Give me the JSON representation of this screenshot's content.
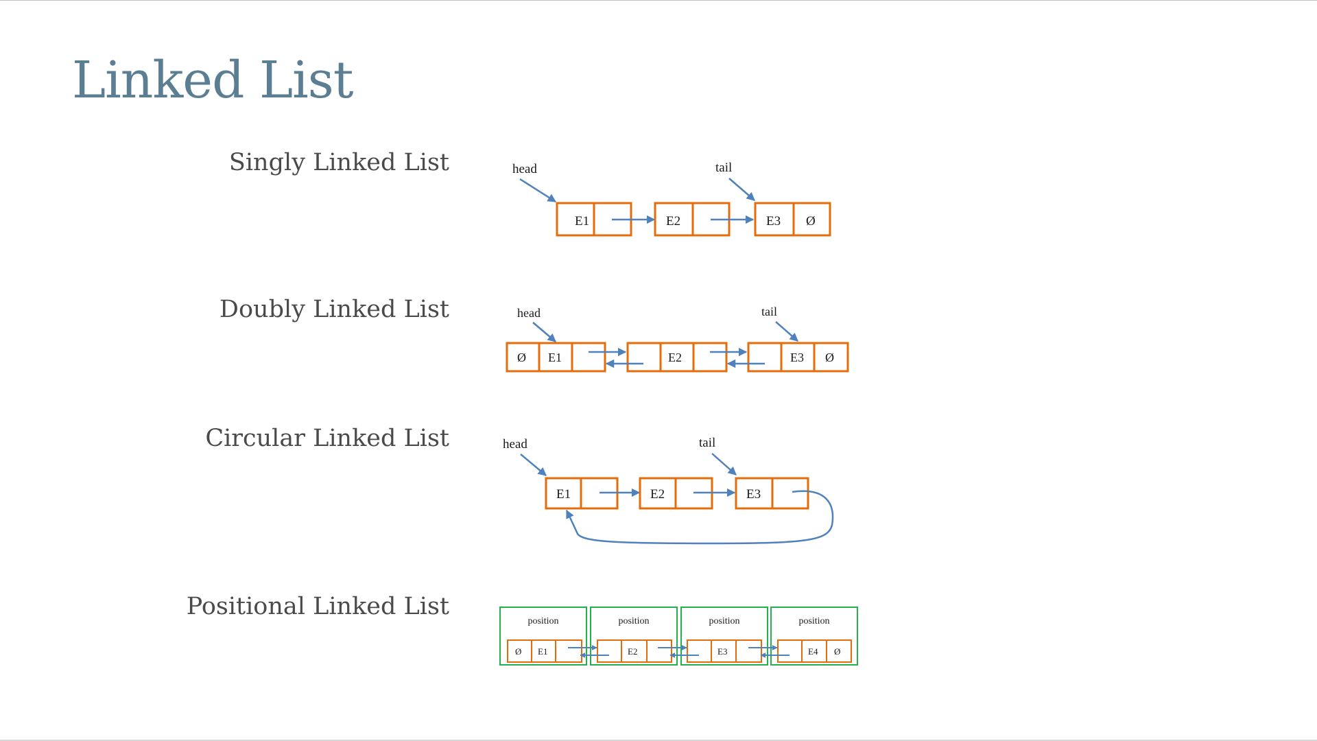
{
  "slide": {
    "title": "Linked List",
    "colors": {
      "title": "#5b7e92",
      "label": "#4a4a4a",
      "node_border": "#e46c0a",
      "pointer": "#4f81bd",
      "position_box": "#22b14c"
    }
  },
  "sections": {
    "singly": {
      "label": "Singly Linked List",
      "head_label": "head",
      "tail_label": "tail",
      "nodes": [
        "E1",
        "E2",
        "E3"
      ],
      "null_symbol": "Ø"
    },
    "doubly": {
      "label": "Doubly Linked List",
      "head_label": "head",
      "tail_label": "tail",
      "nodes": [
        "E1",
        "E2",
        "E3"
      ],
      "null_symbol": "Ø"
    },
    "circular": {
      "label": "Circular Linked List",
      "head_label": "head",
      "tail_label": "tail",
      "nodes": [
        "E1",
        "E2",
        "E3"
      ]
    },
    "positional": {
      "label": "Positional Linked List",
      "position_label": "position",
      "nodes": [
        "E1",
        "E2",
        "E3",
        "E4"
      ],
      "null_symbol": "Ø"
    }
  }
}
